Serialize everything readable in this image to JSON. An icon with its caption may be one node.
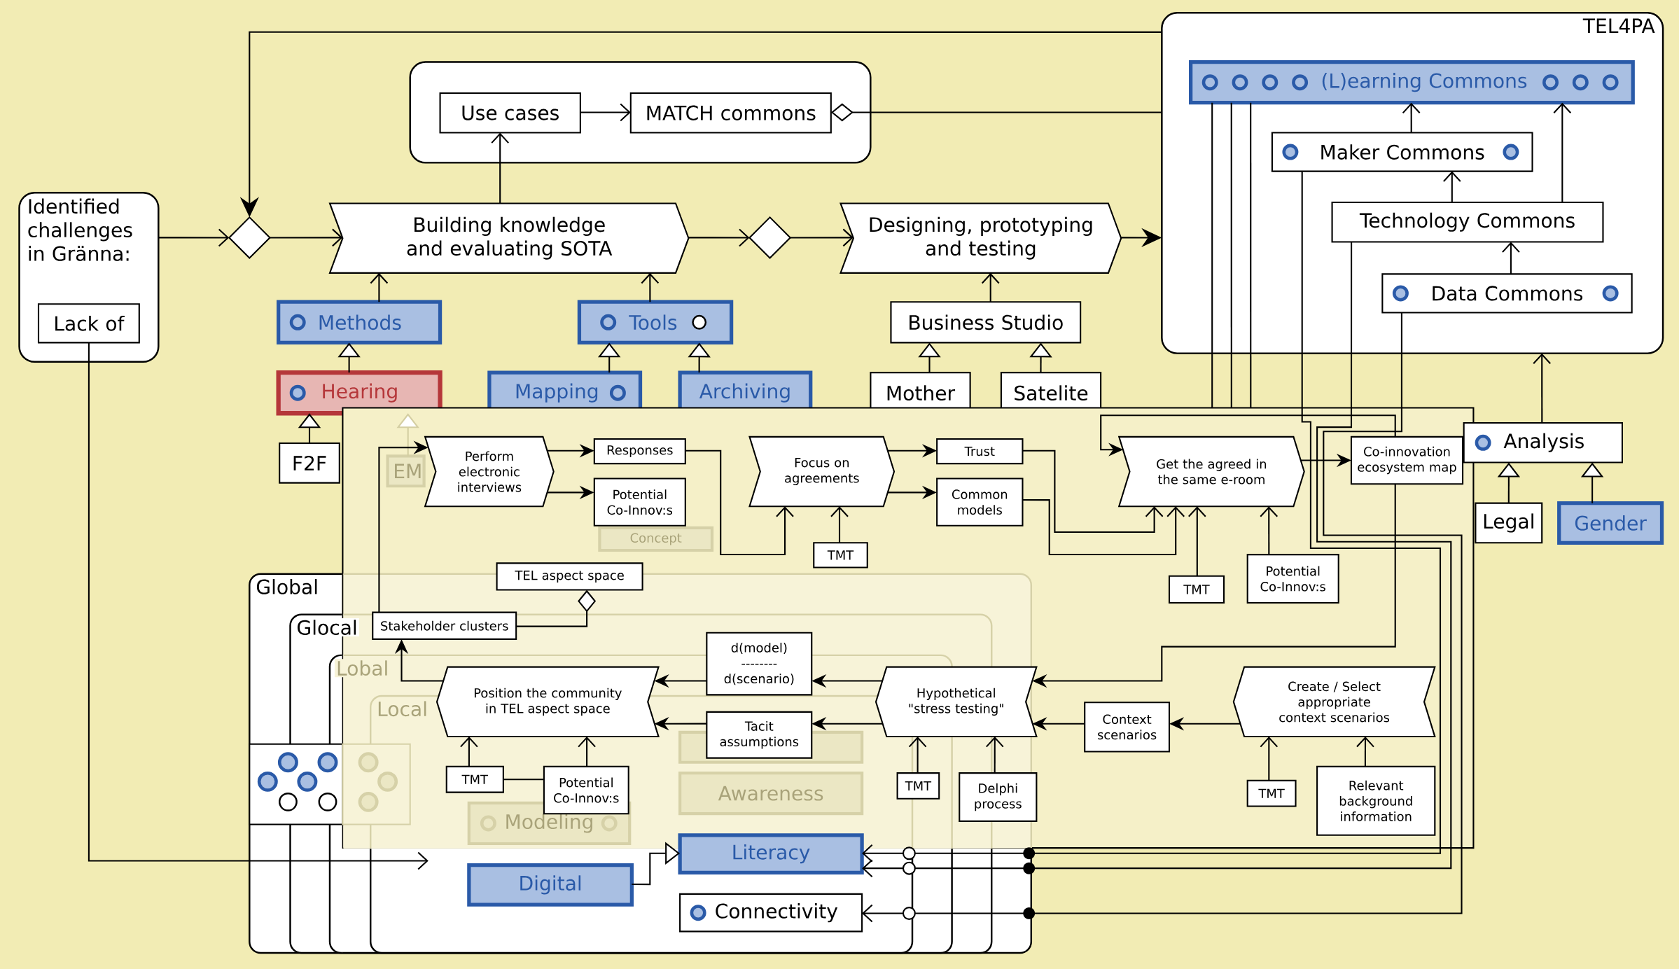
{
  "diagram": {
    "nodes": [
      {
        "text": [
          "Identified challenges in Gränna:"
        ]
      },
      {
        "text": [
          "Lack of"
        ],
        "in": 0
      },
      {
        "text": [],
        "shape": "diamond"
      },
      {
        "text": [],
        "shape": "box"
      },
      {
        "text": [
          "Use cases"
        ],
        "in": 3
      },
      {
        "text": [
          "MATCH commons"
        ],
        "in": 3
      },
      {
        "text": [
          "Building knowledge and evaluating SOTA"
        ]
      },
      {
        "text": [],
        "shape": "diamond"
      },
      {
        "text": [
          "Designing, prototyping and testing"
        ]
      },
      {
        "text": [
          "TEL4PA"
        ]
      },
      {
        "text": [
          "(L)earning Commons"
        ],
        "in": 9
      },
      {
        "text": [
          "Maker Commons"
        ],
        "in": 9
      },
      {
        "text": [
          "Technology Commons"
        ],
        "in": 9
      },
      {
        "text": [
          "Data Commons"
        ],
        "in": 9
      },
      {
        "text": [
          "Methods"
        ]
      },
      {
        "text": [
          "Tools"
        ]
      },
      {
        "text": [
          "Business Studio"
        ]
      },
      {
        "text": [
          "Hearing"
        ]
      },
      {
        "text": [
          "Mapping"
        ]
      },
      {
        "text": [
          "Archiving"
        ]
      },
      {
        "text": [
          "Mother"
        ]
      },
      {
        "text": [
          "Satelite"
        ]
      },
      {
        "text": [
          "F2F"
        ]
      },
      {
        "text": [
          "Analysis"
        ]
      },
      {
        "text": [
          "Legal"
        ]
      },
      {
        "text": [
          "Gender"
        ]
      },
      {
        "text": [],
        "shape": "box"
      },
      {
        "text": [
          "EM"
        ],
        "in": 26
      },
      {
        "text": [
          "Concept"
        ],
        "in": 26
      },
      {
        "text": [
          "Perform electronic interviews"
        ],
        "in": 26
      },
      {
        "text": [
          "Responses"
        ],
        "in": 26
      },
      {
        "text": [
          "Potential Co-Innov:s"
        ],
        "in": 26
      },
      {
        "text": [
          "Focus on agreements"
        ],
        "in": 26
      },
      {
        "text": [
          "Trust"
        ],
        "in": 26
      },
      {
        "text": [
          "Common models"
        ],
        "in": 26
      },
      {
        "text": [
          "TMT"
        ],
        "in": 26
      },
      {
        "text": [
          "Get the agreed in the same e-room"
        ],
        "in": 26
      },
      {
        "text": [
          "Co-innovation ecosystem map"
        ],
        "in": 26
      },
      {
        "text": [
          "TMT"
        ],
        "in": 26
      },
      {
        "text": [
          "Potential Co-Innov:s"
        ],
        "in": 26
      },
      {
        "text": [
          "TEL aspect space"
        ],
        "in": 26
      },
      {
        "text": [
          "Stakeholder clusters"
        ]
      },
      {
        "text": [
          "d(model) -------- d(scenario)"
        ]
      },
      {
        "text": [
          "Position the community in TEL aspect space"
        ]
      },
      {
        "text": [
          "Tacit assumptions"
        ]
      },
      {
        "text": [
          "Hypothetical \"stress testing\""
        ]
      },
      {
        "text": [
          "Context scenarios"
        ],
        "in": 26
      },
      {
        "text": [
          "Create / Select appropriate context scenarios"
        ],
        "in": 26
      },
      {
        "text": [
          "TMT"
        ]
      },
      {
        "text": [
          "Potential Co-Innov:s"
        ]
      },
      {
        "text": [
          "TMT"
        ]
      },
      {
        "text": [
          "Delphi process"
        ],
        "in": 26
      },
      {
        "text": [
          "TMT"
        ],
        "in": 26
      },
      {
        "text": [
          "Relevant background information"
        ],
        "in": 26
      },
      {
        "text": [
          "Global"
        ]
      },
      {
        "text": [
          "Glocal"
        ],
        "in": 54
      },
      {
        "text": [
          "Lobal"
        ],
        "in": 55
      },
      {
        "text": [
          "Local"
        ],
        "in": 56
      },
      {
        "text": [],
        "shape": "box"
      },
      {
        "text": [
          "Awareness"
        ]
      },
      {
        "text": [
          "Modeling"
        ]
      },
      {
        "text": [
          "Literacy"
        ],
        "in": 57
      },
      {
        "text": [
          "Digital"
        ],
        "in": 57
      },
      {
        "text": [
          "Connectivity"
        ],
        "in": 57
      }
    ],
    "edges": [
      {
        "from": 0,
        "to": 2,
        "arrow": "to"
      },
      {
        "from": 9,
        "to": 2,
        "arrow": "to"
      },
      {
        "from": 2,
        "to": 6,
        "arrow": "to"
      },
      {
        "from": 6,
        "to": 4,
        "arrow": "to"
      },
      {
        "from": 4,
        "to": 5,
        "arrow": "to"
      },
      {
        "from": 5,
        "to": 9,
        "arrow": "other"
      },
      {
        "from": 6,
        "to": 7,
        "arrow": "to"
      },
      {
        "from": 7,
        "to": 8,
        "arrow": "to"
      },
      {
        "from": 8,
        "to": 9,
        "arrow": "to"
      },
      {
        "from": 14,
        "to": 6,
        "arrow": "to"
      },
      {
        "from": 15,
        "to": 6,
        "arrow": "to"
      },
      {
        "from": 16,
        "to": 8,
        "arrow": "to"
      },
      {
        "from": 17,
        "to": 14,
        "arrow": "to"
      },
      {
        "from": 22,
        "to": 17,
        "arrow": "to"
      },
      {
        "from": 18,
        "to": 15,
        "arrow": "to"
      },
      {
        "from": 19,
        "to": 15,
        "arrow": "to"
      },
      {
        "from": 20,
        "to": 16,
        "arrow": "to"
      },
      {
        "from": 21,
        "to": 16,
        "arrow": "to"
      },
      {
        "from": 11,
        "to": 10,
        "arrow": "to"
      },
      {
        "from": 12,
        "to": 11,
        "arrow": "to"
      },
      {
        "from": 12,
        "to": 10,
        "arrow": "to"
      },
      {
        "from": 13,
        "to": 12,
        "arrow": "to"
      },
      {
        "from": 23,
        "to": 9,
        "arrow": "to"
      },
      {
        "from": 24,
        "to": 23,
        "arrow": "to"
      },
      {
        "from": 25,
        "to": 23,
        "arrow": "to"
      },
      {
        "from": 27,
        "to": 17,
        "arrow": "to",
        "color": "#d4cea2"
      },
      {
        "from": 41,
        "to": 29,
        "arrow": "to"
      },
      {
        "from": 29,
        "to": 30,
        "arrow": "to"
      },
      {
        "from": 29,
        "to": 31,
        "arrow": "to"
      },
      {
        "from": 30,
        "to": 32,
        "arrow": "to"
      },
      {
        "from": 32,
        "to": 33,
        "arrow": "to"
      },
      {
        "from": 32,
        "to": 34,
        "arrow": "to"
      },
      {
        "from": 35,
        "to": 32,
        "arrow": "to"
      },
      {
        "from": 33,
        "to": 36,
        "arrow": "to"
      },
      {
        "from": 34,
        "to": 36,
        "arrow": "to"
      },
      {
        "from": 38,
        "to": 36,
        "arrow": "to"
      },
      {
        "from": 39,
        "to": 36,
        "arrow": "to"
      },
      {
        "from": 36,
        "to": 37,
        "arrow": "to"
      },
      {
        "from": 37,
        "to": 36,
        "arrow": "to"
      },
      {
        "from": 37,
        "to": 45,
        "arrow": "to"
      },
      {
        "from": 45,
        "to": 42,
        "arrow": "to"
      },
      {
        "from": 42,
        "to": 43,
        "arrow": "to"
      },
      {
        "from": 45,
        "to": 44,
        "arrow": "to"
      },
      {
        "from": 44,
        "to": 43,
        "arrow": "to"
      },
      {
        "from": 46,
        "to": 45,
        "arrow": "to"
      },
      {
        "from": 47,
        "to": 46,
        "arrow": "to"
      },
      {
        "from": 50,
        "to": 45,
        "arrow": "to"
      },
      {
        "from": 51,
        "to": 45,
        "arrow": "to"
      },
      {
        "from": 52,
        "to": 47,
        "arrow": "to"
      },
      {
        "from": 53,
        "to": 47,
        "arrow": "to"
      },
      {
        "from": 48,
        "to": 43,
        "arrow": "to"
      },
      {
        "from": 49,
        "to": 43,
        "arrow": "to"
      },
      {
        "from": 48,
        "to": 49,
        "arrow": "none"
      },
      {
        "from": 43,
        "to": 41,
        "arrow": "to"
      },
      {
        "from": 41,
        "to": 40,
        "arrow": "other"
      },
      {
        "from": 62,
        "to": 61,
        "arrow": "to"
      },
      {
        "from": 1,
        "to": 26,
        "arrow": "to"
      },
      {
        "from": 11,
        "to": 61,
        "arrow": "to"
      },
      {
        "from": 12,
        "to": 61,
        "arrow": "to"
      },
      {
        "from": 13,
        "to": 63,
        "arrow": "to"
      },
      {
        "from": 10,
        "to": 26,
        "arrow": "none"
      },
      {
        "from": 10,
        "to": 26,
        "arrow": "none"
      },
      {
        "from": 10,
        "to": 26,
        "arrow": "none"
      }
    ]
  }
}
